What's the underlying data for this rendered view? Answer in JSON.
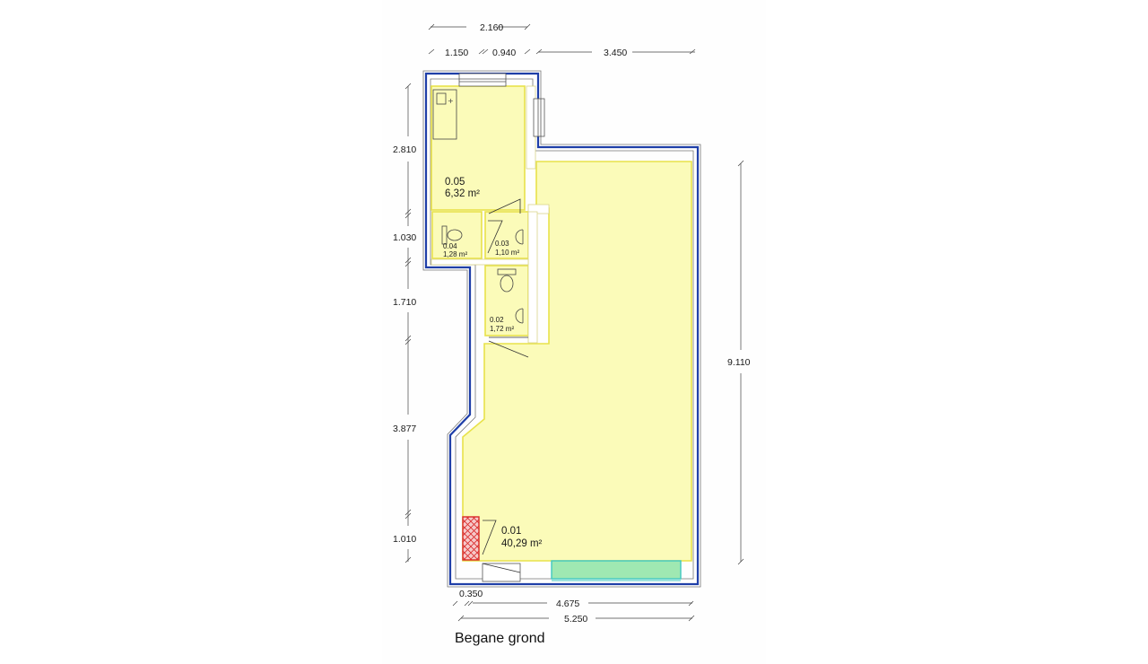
{
  "drawing": {
    "title": "Begane grond",
    "colors": {
      "outer_wall": "#1f3fa8",
      "room_fill": "#fbfbb9",
      "room_edge": "#e8e24a",
      "shaft_fill": "#e83a3a",
      "window_fill": "#9fe8b2",
      "window_edge": "#3fc7c0",
      "dimension_line": "#444444"
    }
  },
  "dimensions": {
    "top_total": "2.160",
    "top_a": "1.150",
    "top_b": "0.940",
    "top_c": "3.450",
    "left_1": "2.810",
    "left_2": "1.030",
    "left_3": "1.710",
    "left_4": "3.877",
    "left_5": "1.010",
    "right_total": "9.110",
    "bottom_a": "0.350",
    "bottom_b": "4.675",
    "bottom_total": "5.250"
  },
  "rooms": [
    {
      "id": "0.05",
      "area": "6,32 m²"
    },
    {
      "id": "0.04",
      "area": "1,28 m²"
    },
    {
      "id": "0.03",
      "area": "1,10 m²"
    },
    {
      "id": "0.02",
      "area": "1,72 m²"
    },
    {
      "id": "0.01",
      "area": "40,29 m²"
    }
  ]
}
